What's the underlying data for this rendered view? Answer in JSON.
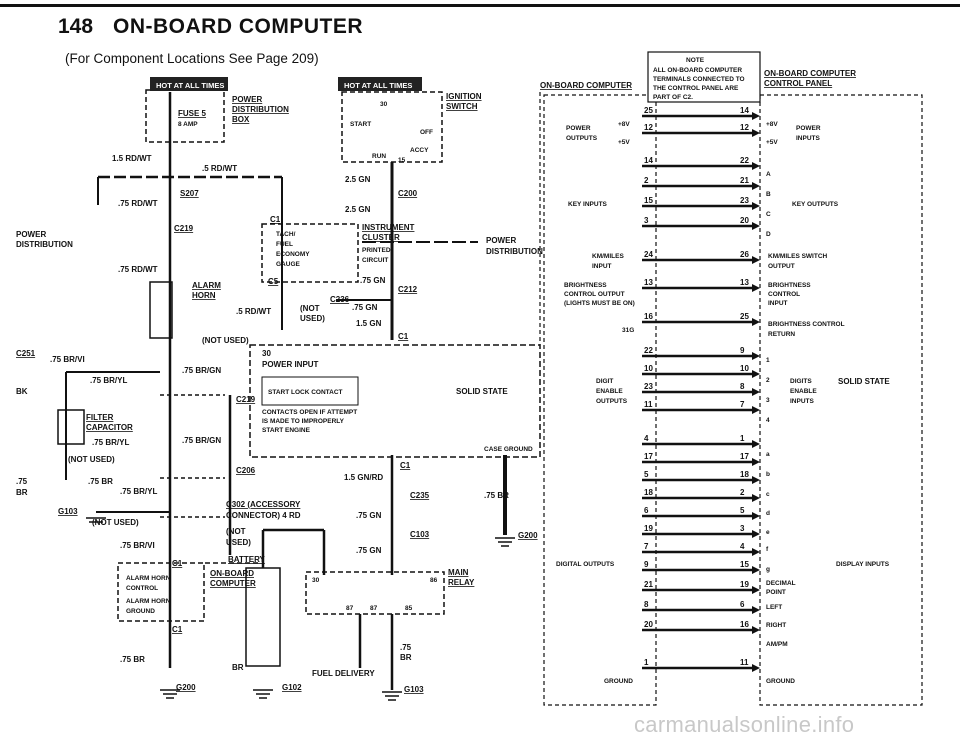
{
  "header": {
    "page_number": "148",
    "title": "ON-BOARD COMPUTER"
  },
  "subtitle": "(For Component Locations See Page 209)",
  "left": {
    "hot_label_1": "HOT AT ALL TIMES",
    "hot_label_2": "HOT AT ALL TIMES",
    "fuse": "FUSE 5",
    "fuse_amp": "8 AMP",
    "power_distribution_box": [
      "POWER",
      "DISTRIBUTION",
      "BOX"
    ],
    "ignition_switch": [
      "IGNITION",
      "SWITCH"
    ],
    "switch_positions": {
      "start": "START",
      "off": "OFF",
      "accy": "ACCY",
      "run": "RUN"
    },
    "switch_terms": {
      "t30": "30",
      "t15": "15"
    },
    "wire_15_rd_wt": "1.5 RD/WT",
    "wire_5_rd_wt": ".5 RD/WT",
    "wire_75_rd_wt_a": ".75 RD/WT",
    "wire_75_rd_wt_b": ".75 RD/WT",
    "wire_25_gn_a": "2.5 GN",
    "wire_25_gn_b": "2.5 GN",
    "s207": "S207",
    "c200": "C200",
    "c219": "C219",
    "c219_b": "C219",
    "c1_top": "C1",
    "c5": "C5",
    "power_distribution_left": [
      "POWER",
      "DISTRIBUTION"
    ],
    "power_distribution_right": [
      "POWER",
      "DISTRIBUTION"
    ],
    "instrument_cluster": [
      "INSTRUMENT",
      "CLUSTER"
    ],
    "printed_circuit": [
      "PRINTED",
      "CIRCUIT"
    ],
    "cluster_items": [
      "TACH/",
      "FUEL",
      "ECONOMY",
      "GAUGE"
    ],
    "alarm_horn": [
      "ALARM",
      "HORN"
    ],
    "wire_5_rd_wt_b": ".5 RD/WT",
    "not_used_a": "(NOT USED)",
    "not_used_b": "(NOT",
    "not_used_b2": "USED)",
    "c236": "C236",
    "wire_75_gn_a": ".75 GN",
    "wire_75_gn_b": ".75 GN",
    "wire_15_gn": "1.5 GN",
    "c212": "C212",
    "c251": "C251",
    "wire_75_br_vi_a": ".75 BR/VI",
    "wire_75_br_yl_a": ".75 BR/YL",
    "wire_75_br_gn_a": ".75 BR/GN",
    "wire_75_br_yl_b": ".75 BR/YL",
    "wire_75_br_gn_b": ".75 BR/GN",
    "bk": "BK",
    "filter_capacitor": [
      "FILTER",
      "CAPACITOR"
    ],
    "not_used_c": "(NOT USED)",
    "wire_75_br_a": ".75 BR",
    "wire_75_br_yl_c": ".75 BR/YL",
    "wire_75_br_left": [
      ".75",
      "BR"
    ],
    "c206": "C206",
    "g103_a": "G103",
    "not_used_d": "(NOT USED)",
    "c302": [
      "C302 (ACCESSORY",
      "CONNECTOR)   4 RD"
    ],
    "not_used_e": [
      "(NOT",
      "USED)"
    ],
    "wire_75_br_vi_b": ".75 BR/VI",
    "c1_bottom": "C1",
    "c1_bottom2": "C1",
    "battery": "BATTERY",
    "alarm_box": [
      "ALARM HORN",
      "CONTROL",
      "ALARM HORN",
      "GROUND"
    ],
    "onboard_computer": [
      "ON-BOARD",
      "COMPUTER"
    ],
    "wire_75_br_b": ".75 BR",
    "g200_a": "G200",
    "br": "BR",
    "g102": "G102",
    "g103_b": "G103",
    "terminal_30": "30",
    "power_input": "POWER INPUT",
    "start_lock_contact": "START LOCK CONTACT",
    "contacts_open": [
      "CONTACTS OPEN IF ATTEMPT",
      "IS MADE TO IMPROPERLY",
      "START ENGINE"
    ],
    "solid_state": "SOLID STATE",
    "case_ground": "CASE GROUND",
    "c1_mid": "C1",
    "wire_15_gn_rd": "1.5 GN/RD",
    "c235": "C235",
    "wire_75_gn_c": ".75 GN",
    "c103": "C103",
    "wire_75_gn_d": ".75 GN",
    "wire_75_br_c": ".75 BR",
    "g200_b": "G200",
    "main_relay": [
      "MAIN",
      "RELAY"
    ],
    "fuel_delivery": "FUEL DELIVERY",
    "wire_75_br_fd": [
      ".75",
      "BR"
    ],
    "relay_terms": [
      "30",
      "86",
      "87",
      "87",
      "85"
    ]
  },
  "right": {
    "note": [
      "NOTE",
      "ALL ON-BOARD COMPUTER",
      "TERMINALS CONNECTED TO",
      "THE CONTROL PANEL ARE",
      "PART OF C2."
    ],
    "left_title": "ON-BOARD COMPUTER",
    "right_title": [
      "ON-BOARD COMPUTER",
      "CONTROL PANEL"
    ],
    "power_outputs": [
      "POWER",
      "OUTPUTS"
    ],
    "power_inputs": [
      "POWER",
      "INPUTS"
    ],
    "key_inputs": "KEY INPUTS",
    "key_outputs": "KEY OUTPUTS",
    "km_miles_input": [
      "KM/MILES",
      "INPUT"
    ],
    "km_miles_output": [
      "KM/MILES SWITCH",
      "OUTPUT"
    ],
    "brightness_output": [
      "BRIGHTNESS",
      "CONTROL OUTPUT",
      "(LIGHTS MUST BE ON)"
    ],
    "brightness_input": [
      "BRIGHTNESS",
      "CONTROL",
      "INPUT"
    ],
    "brightness_return": [
      "BRIGHTNESS CONTROL",
      "RETURN"
    ],
    "digit_enable_outputs": [
      "DIGIT",
      "ENABLE",
      "OUTPUTS"
    ],
    "digits_enable_inputs": [
      "DIGITS",
      "ENABLE",
      "INPUTS"
    ],
    "solid_state": "SOLID STATE",
    "digital_outputs": "DIGITAL OUTPUTS",
    "display_inputs": "DISPLAY INPUTS",
    "ground_left": "GROUND",
    "ground_right": "GROUND",
    "volts_8": "+8V",
    "volts_5": "+5V",
    "key_letters": [
      "A",
      "B",
      "C",
      "D"
    ],
    "digit_numbers": [
      "1",
      "2",
      "3",
      "4"
    ],
    "segment_letters": [
      "a",
      "b",
      "c",
      "d",
      "e",
      "f",
      "g"
    ],
    "display_labels": [
      "DECIMAL",
      "POINT",
      "LEFT",
      "RIGHT",
      "AM/PM"
    ],
    "terminal_316": "31G",
    "rows": [
      {
        "l": "25",
        "r": "14"
      },
      {
        "l": "12",
        "r": "12"
      },
      {
        "l": "14",
        "r": "22"
      },
      {
        "l": "2",
        "r": "21"
      },
      {
        "l": "15",
        "r": "23"
      },
      {
        "l": "3",
        "r": "20"
      },
      {
        "l": "24",
        "r": "26"
      },
      {
        "l": "13",
        "r": "13"
      },
      {
        "l": "16",
        "r": "25"
      },
      {
        "l": "22",
        "r": "9"
      },
      {
        "l": "10",
        "r": "10"
      },
      {
        "l": "23",
        "r": "8"
      },
      {
        "l": "11",
        "r": "7"
      },
      {
        "l": "4",
        "r": "1"
      },
      {
        "l": "17",
        "r": "17"
      },
      {
        "l": "5",
        "r": "18"
      },
      {
        "l": "18",
        "r": "2"
      },
      {
        "l": "6",
        "r": "5"
      },
      {
        "l": "19",
        "r": "3"
      },
      {
        "l": "7",
        "r": "4"
      },
      {
        "l": "9",
        "r": "15"
      },
      {
        "l": "21",
        "r": "19"
      },
      {
        "l": "8",
        "r": "6"
      },
      {
        "l": "20",
        "r": "16"
      },
      {
        "l": "1",
        "r": "11"
      }
    ]
  },
  "watermark": "carmanualsonline.info"
}
